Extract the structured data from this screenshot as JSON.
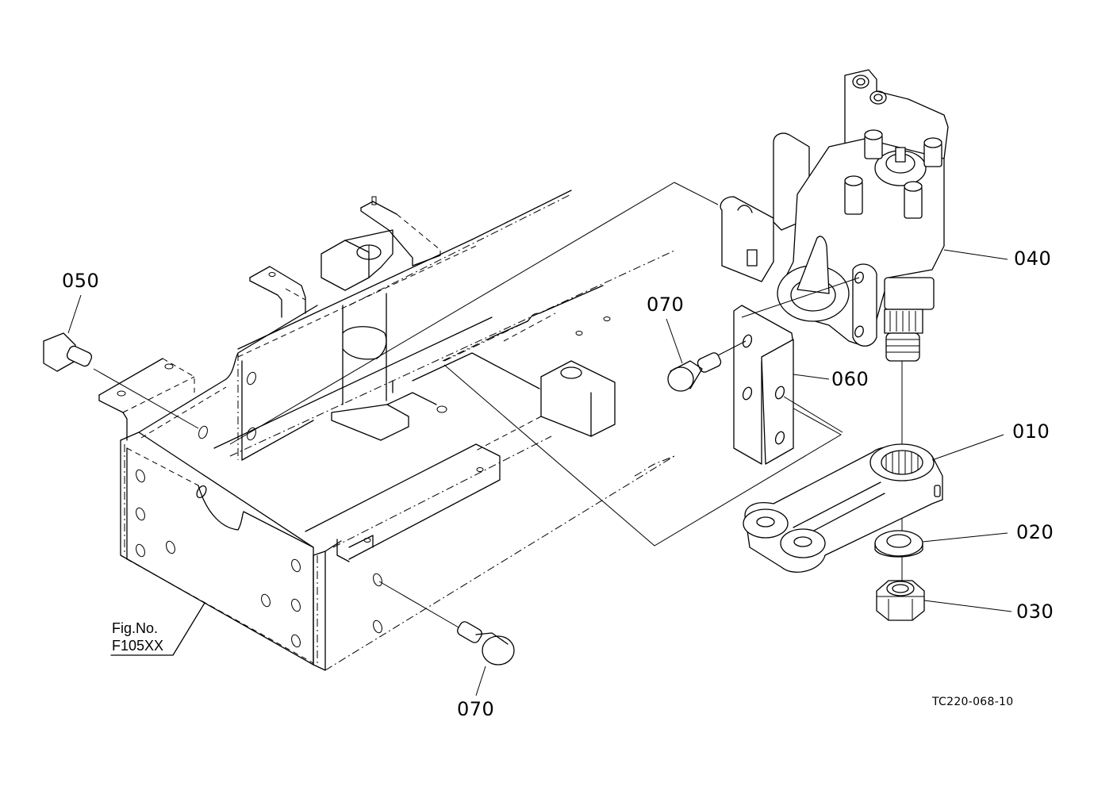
{
  "diagram": {
    "type": "exploded parts diagram",
    "part_callouts": [
      {
        "id": "p010",
        "label": "010",
        "part": "steering arm"
      },
      {
        "id": "p020",
        "label": "020",
        "part": "spring washer"
      },
      {
        "id": "p030",
        "label": "030",
        "part": "nut"
      },
      {
        "id": "p040",
        "label": "040",
        "part": "power steering gear box"
      },
      {
        "id": "p050",
        "label": "050",
        "part": "bolt"
      },
      {
        "id": "p060",
        "label": "060",
        "part": "bracket"
      },
      {
        "id": "p070a",
        "label": "070",
        "part": "bolt (upper)"
      },
      {
        "id": "p070b",
        "label": "070",
        "part": "bolt (lower)"
      }
    ],
    "figure_reference": {
      "line1": "Fig.No.",
      "line2": "F105XX"
    },
    "drawing_code": "TC220-068-10"
  }
}
